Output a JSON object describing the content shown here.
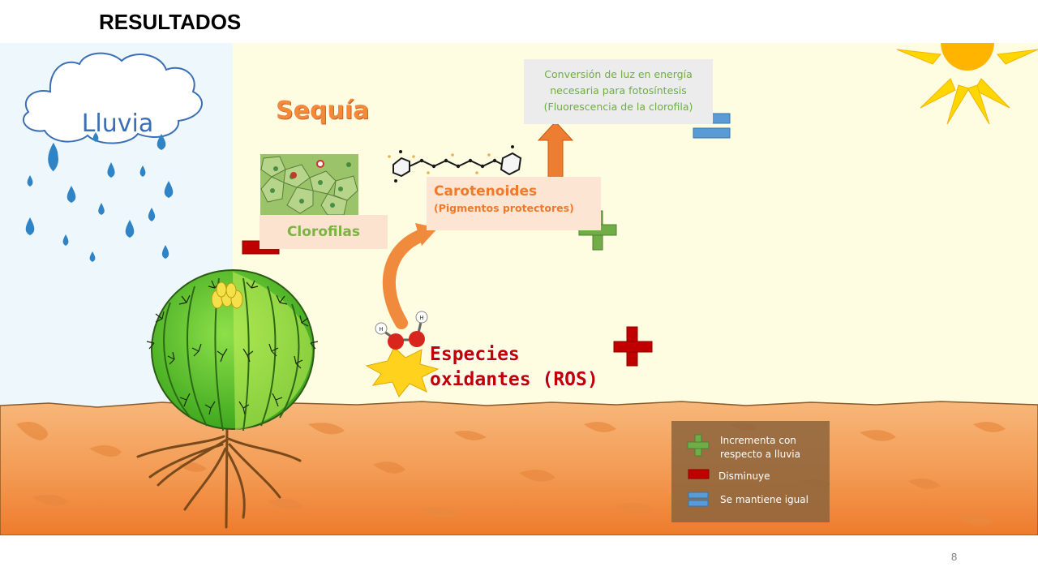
{
  "slide": {
    "title": "RESULTADOS",
    "page_number": "8"
  },
  "scene": {
    "rain_label": "Lluvia",
    "drought_label": "Sequía"
  },
  "conversion": {
    "line1": "Conversión de luz en energía",
    "line2": "necesaria para fotosíntesis",
    "line3": "(Fluorescencia de la clorofila)",
    "status": "equal"
  },
  "clorofilas": {
    "label": "Clorofilas",
    "status": "decrease"
  },
  "carotenoides": {
    "title": "Carotenoides",
    "subtitle": "(Pigmentos protectores)",
    "status": "increase"
  },
  "ros": {
    "line1": "Especies",
    "line2": "oxidantes (ROS)",
    "status": "increase"
  },
  "legend": {
    "increase_line1": "Incrementa con",
    "increase_line2": "respecto a lluvia",
    "decrease": "Disminuye",
    "equal": "Se mantiene igual"
  },
  "colors": {
    "increase_green": "#70ad47",
    "decrease_red": "#c00000",
    "ros_plus_red": "#c00000",
    "equal_blue": "#5b9bd5",
    "arrow_orange": "#ed7d31",
    "soil_orange": "#f4a460",
    "sky_blue": "#eef8fc",
    "drought_yellow": "#fffde1",
    "sun_yellow": "#ffc000"
  }
}
